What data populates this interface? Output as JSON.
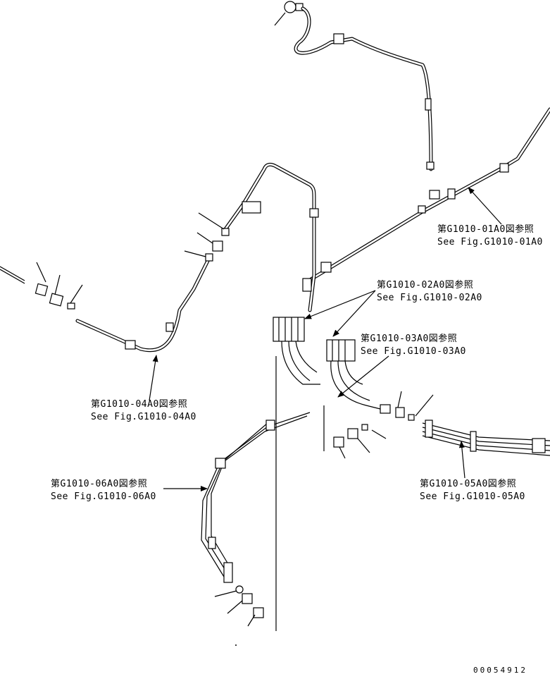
{
  "references": [
    {
      "ja": "第G1010-01A0図参照",
      "en": "See Fig.G1010-01A0"
    },
    {
      "ja": "第G1010-02A0図参照",
      "en": "See Fig.G1010-02A0"
    },
    {
      "ja": "第G1010-03A0図参照",
      "en": "See Fig.G1010-03A0"
    },
    {
      "ja": "第G1010-04A0図参照",
      "en": "See Fig.G1010-04A0"
    },
    {
      "ja": "第G1010-05A0図参照",
      "en": "See Fig.G1010-05A0"
    },
    {
      "ja": "第G1010-06A0図参照",
      "en": "See Fig.G1010-06A0"
    }
  ],
  "drawing_number": "00054912"
}
